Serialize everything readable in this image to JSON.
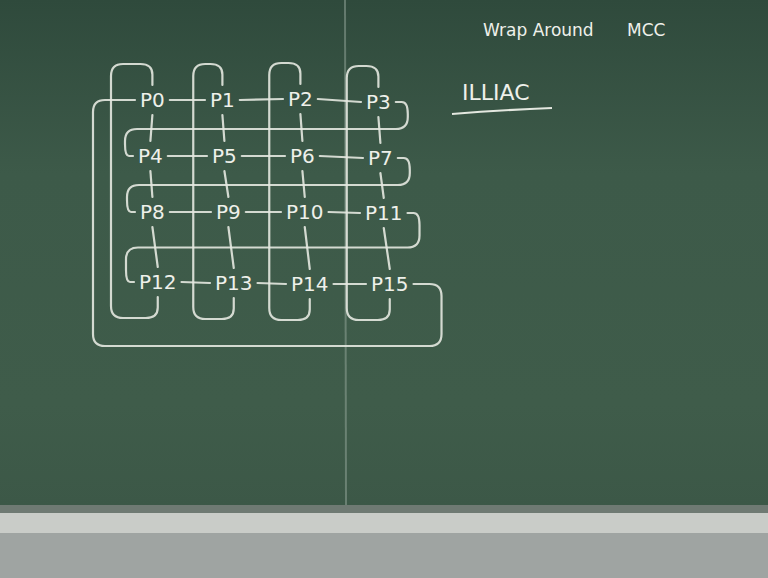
{
  "diagram": {
    "nodes": [
      {
        "text": [
          "P0"
        ]
      },
      {
        "text": [
          "P1"
        ]
      },
      {
        "text": [
          "P2"
        ]
      },
      {
        "text": [
          "P3"
        ]
      },
      {
        "text": [
          "P4"
        ]
      },
      {
        "text": [
          "P5"
        ]
      },
      {
        "text": [
          "P6"
        ]
      },
      {
        "text": [
          "P7"
        ]
      },
      {
        "text": [
          "P8"
        ]
      },
      {
        "text": [
          "P9"
        ]
      },
      {
        "text": [
          "P10"
        ]
      },
      {
        "text": [
          "P11"
        ]
      },
      {
        "text": [
          "P12"
        ]
      },
      {
        "text": [
          "P13"
        ]
      },
      {
        "text": [
          "P14"
        ]
      },
      {
        "text": [
          "P15"
        ]
      }
    ],
    "edges": [
      {
        "from": 0,
        "to": 1,
        "arrow": "none"
      },
      {
        "from": 1,
        "to": 2,
        "arrow": "none"
      },
      {
        "from": 2,
        "to": 3,
        "arrow": "none"
      },
      {
        "from": 4,
        "to": 5,
        "arrow": "none"
      },
      {
        "from": 5,
        "to": 6,
        "arrow": "none"
      },
      {
        "from": 6,
        "to": 7,
        "arrow": "none"
      },
      {
        "from": 8,
        "to": 9,
        "arrow": "none"
      },
      {
        "from": 9,
        "to": 10,
        "arrow": "none"
      },
      {
        "from": 10,
        "to": 11,
        "arrow": "none"
      },
      {
        "from": 12,
        "to": 13,
        "arrow": "none"
      },
      {
        "from": 13,
        "to": 14,
        "arrow": "none"
      },
      {
        "from": 14,
        "to": 15,
        "arrow": "none"
      },
      {
        "from": 0,
        "to": 4,
        "arrow": "none"
      },
      {
        "from": 4,
        "to": 8,
        "arrow": "none"
      },
      {
        "from": 8,
        "to": 12,
        "arrow": "none"
      },
      {
        "from": 1,
        "to": 5,
        "arrow": "none"
      },
      {
        "from": 5,
        "to": 9,
        "arrow": "none"
      },
      {
        "from": 9,
        "to": 13,
        "arrow": "none"
      },
      {
        "from": 2,
        "to": 6,
        "arrow": "none"
      },
      {
        "from": 6,
        "to": 10,
        "arrow": "none"
      },
      {
        "from": 10,
        "to": 14,
        "arrow": "none"
      },
      {
        "from": 3,
        "to": 7,
        "arrow": "none"
      },
      {
        "from": 7,
        "to": 11,
        "arrow": "none"
      },
      {
        "from": 11,
        "to": 15,
        "arrow": "none"
      },
      {
        "from": 3,
        "to": 4,
        "arrow": "none"
      },
      {
        "from": 7,
        "to": 8,
        "arrow": "none"
      },
      {
        "from": 11,
        "to": 12,
        "arrow": "none"
      },
      {
        "from": 15,
        "to": 0,
        "arrow": "none"
      },
      {
        "from": 0,
        "to": 12,
        "arrow": "none"
      },
      {
        "from": 1,
        "to": 13,
        "arrow": "none"
      },
      {
        "from": 2,
        "to": 14,
        "arrow": "none"
      },
      {
        "from": 3,
        "to": 15,
        "arrow": "none"
      }
    ],
    "labels": [
      "Wrap Around",
      "MCC",
      "ILLIAC"
    ]
  }
}
